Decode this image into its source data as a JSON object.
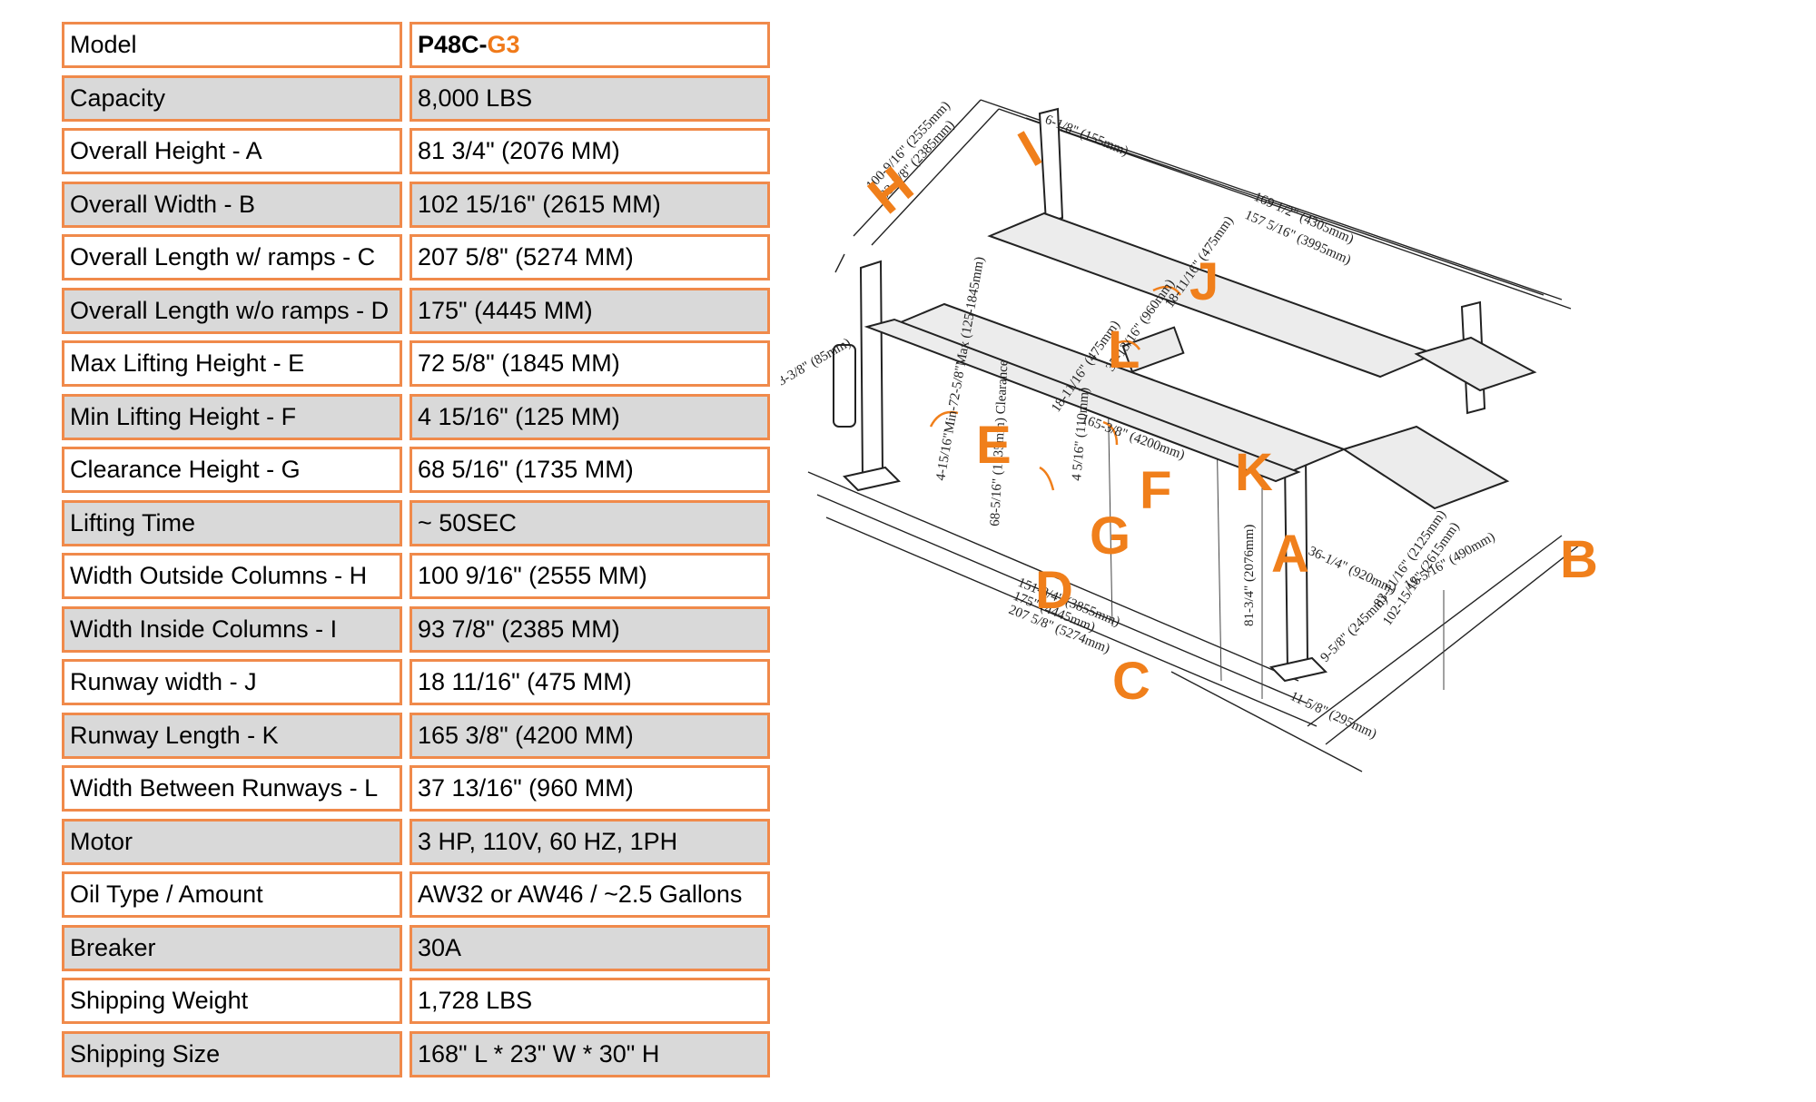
{
  "accent_color": "#f07f1b",
  "border_color": "#f08a4b",
  "model": {
    "label": "Model",
    "prefix": "P48C-",
    "accent": "G3"
  },
  "specs": [
    {
      "label": "Capacity",
      "value": "8,000 LBS"
    },
    {
      "label": "Overall Height - A",
      "value": "81 3/4\" (2076 MM)"
    },
    {
      "label": "Overall Width - B",
      "value": "102 15/16\" (2615 MM)"
    },
    {
      "label": "Overall Length w/ ramps - C",
      "value": "207 5/8\" (5274 MM)"
    },
    {
      "label": "Overall Length w/o ramps - D",
      "value": "175\" (4445 MM)"
    },
    {
      "label": "Max Lifting Height - E",
      "value": "72 5/8\" (1845 MM)"
    },
    {
      "label": "Min Lifting Height - F",
      "value": "4 15/16\" (125 MM)"
    },
    {
      "label": "Clearance Height - G",
      "value": "68 5/16\" (1735 MM)"
    },
    {
      "label": "Lifting Time",
      "value": "~ 50SEC"
    },
    {
      "label": "Width Outside Columns - H",
      "value": "100 9/16\" (2555 MM)"
    },
    {
      "label": "Width Inside Columns - I",
      "value": "93 7/8\" (2385 MM)"
    },
    {
      "label": "Runway width - J",
      "value": "18 11/16\" (475 MM)"
    },
    {
      "label": "Runway Length - K",
      "value": "165 3/8\" (4200 MM)"
    },
    {
      "label": "Width Between Runways - L",
      "value": "37 13/16\" (960 MM)"
    },
    {
      "label": "Motor",
      "value": "3 HP, 110V, 60 HZ, 1PH"
    },
    {
      "label": "Oil Type / Amount",
      "value": "AW32 or AW46 /  ~2.5 Gallons"
    },
    {
      "label": "Breaker",
      "value": "30A"
    },
    {
      "label": "Shipping Weight",
      "value": "1,728 LBS"
    },
    {
      "label": "Shipping Size",
      "value": "168\" L * 23\" W * 30\" H"
    }
  ],
  "diagram": {
    "callouts": {
      "A": "A",
      "B": "B",
      "C": "C",
      "D": "D",
      "E": "E",
      "F": "F",
      "G": "G",
      "H": "H",
      "I": "I",
      "J": "J",
      "K": "K",
      "L": "L"
    },
    "dims": {
      "h_outer": "100-9/16\" (2555mm)",
      "h_inner": "93-7/8\" (2385mm)",
      "top_offset": "6-1/8\" (155mm)",
      "top_len1": "169  1/2\" (4305mm)",
      "top_len2": "157  5/16\" (3995mm)",
      "left_offset": "3-3/8\" (85mm)",
      "runway_w": "18-11/16\" (475mm)",
      "between": "37-13/16\" (960mm)",
      "runway_w2": "18-11/16\" (475mm)",
      "runway_len": "165-3/8\" (4200mm)",
      "min_h": "4  5/16\" (110mm)",
      "max_h": "4-15/16\"Min-72-5/8\"Max (125-1845mm)",
      "clearance": "68-5/16\" (1735mm) Clearance",
      "len1": "151-3/4\" (3855mm)",
      "len2": "175\" (4445mm)",
      "len3": "207  5/8\" (5274mm)",
      "height": "81-3/4\" (2076mm)",
      "ramp": "36-1/4\" (920mm)",
      "w1": "83-11/16\" (2125mm)",
      "w2": "102-15/16\" (2615mm)",
      "foot1": "9-5/8\" (245mm)",
      "foot2": "11  5/8\" (295mm)",
      "small": "19-5/16\" (490mm)"
    }
  }
}
